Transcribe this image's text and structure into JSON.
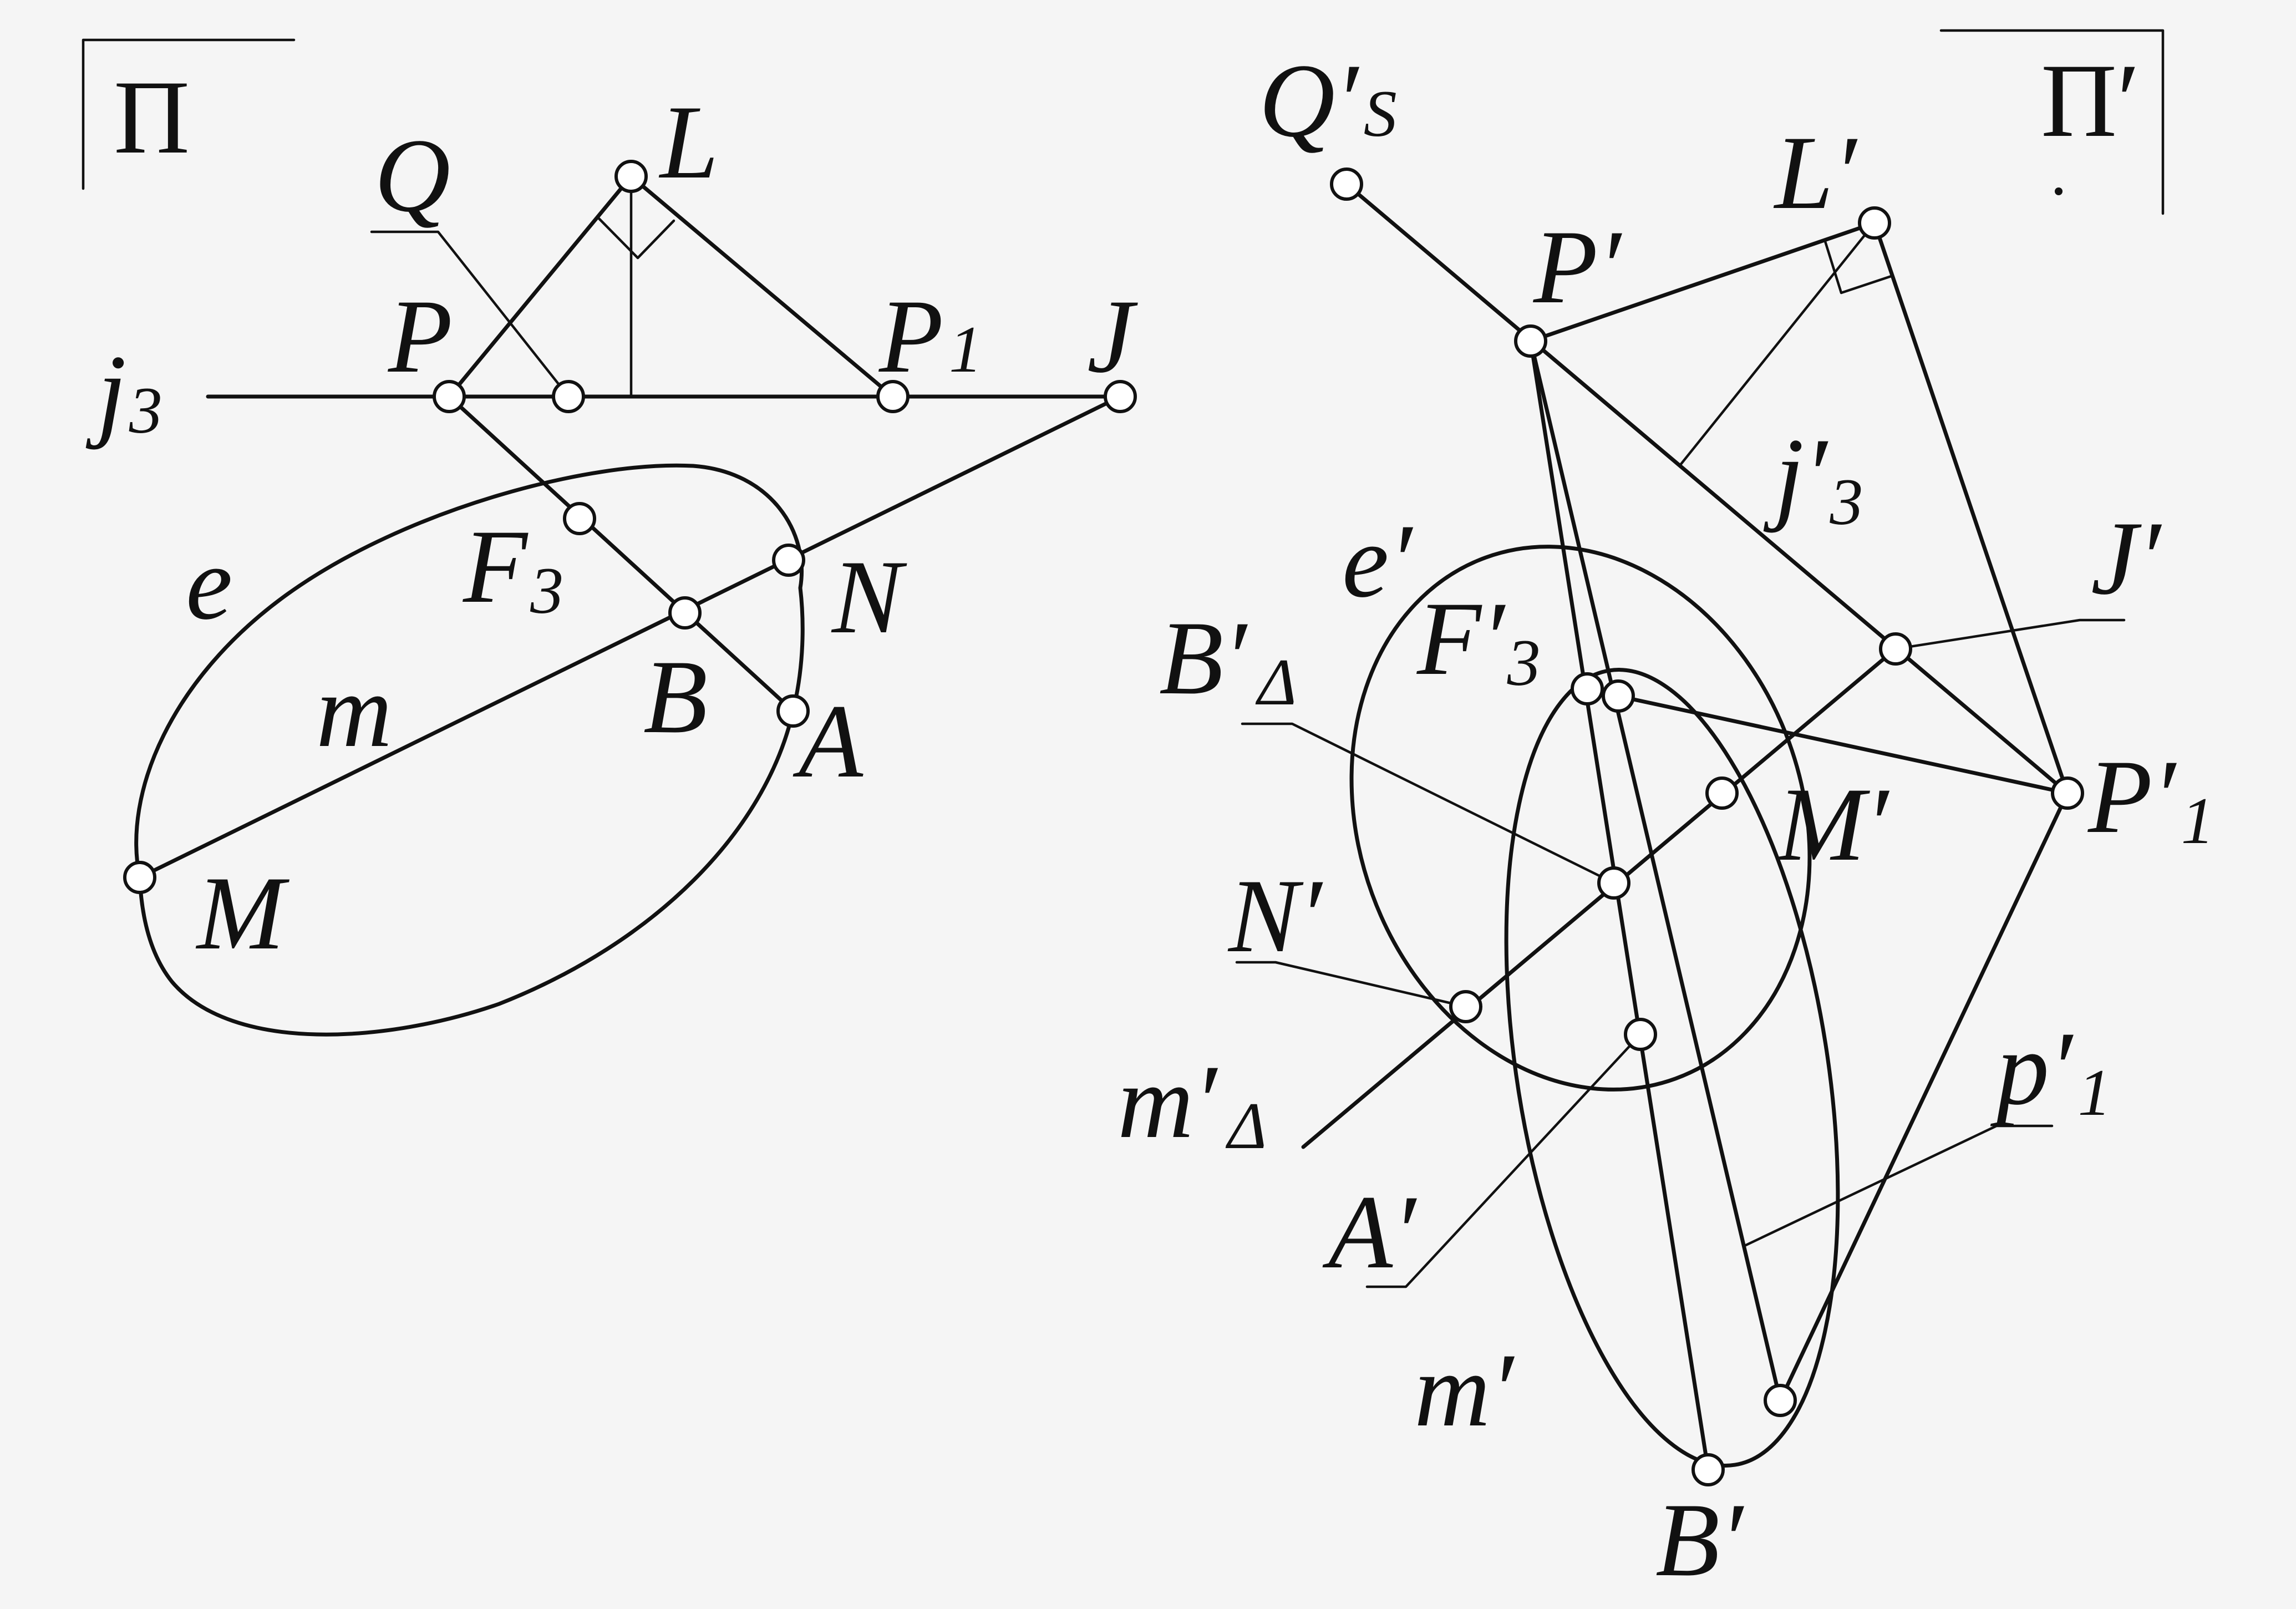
{
  "diagram": {
    "left_panel": {
      "frame_label": "Π",
      "labels": {
        "Q": "Q",
        "L": "L",
        "P": "P",
        "P1_main": "P",
        "P1_sub": "1",
        "J": "J",
        "j3_main": "j",
        "j3_sub": "3",
        "e": "e",
        "F3_main": "F",
        "F3_sub": "3",
        "N": "N",
        "m": "m",
        "B": "B",
        "A": "A",
        "M": "M"
      }
    },
    "right_panel": {
      "frame_label": "Π′",
      "labels": {
        "QS_main": "Q′",
        "QS_sub": "S",
        "L": "L′",
        "P": "P′",
        "j3_main": "j′",
        "j3_sub": "3",
        "J": "J′",
        "e": "e′",
        "F3_main": "F′",
        "F3_sub": "3",
        "BD_main": "B′",
        "BD_sub": "Δ",
        "M": "M′",
        "P1_main": "P′",
        "P1_sub": "1",
        "N": "N′",
        "mD_main": "m′",
        "mD_sub": "Δ",
        "p1_main": "p′",
        "p1_sub": "1",
        "A": "A′",
        "m": "m′",
        "B": "B′"
      }
    }
  }
}
